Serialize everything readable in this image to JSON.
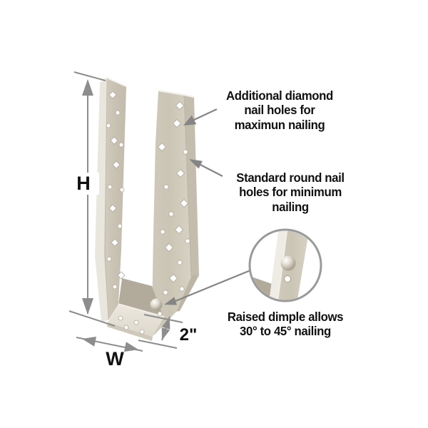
{
  "diagram": {
    "subject": "joist-hanger-installation-diagram",
    "dimensions": {
      "height_label": "H",
      "width_label": "W",
      "depth_label": "2\""
    },
    "annotations": {
      "diamond_holes": {
        "lines": [
          "Additional diamond",
          "nail holes for",
          "maximun nailing"
        ]
      },
      "round_holes": {
        "lines": [
          "Standard round nail",
          "holes for minimum",
          "nailing"
        ]
      },
      "dimple": {
        "lines": [
          "Raised dimple allows",
          "30° to 45° nailing"
        ]
      }
    },
    "colors": {
      "background": "#ffffff",
      "metal_face": "#cbc4b6",
      "metal_bright": "#eae7df",
      "metal_shadow": "#b2aa9b",
      "line_gray": "#8d8d8d",
      "text_black": "#111111",
      "callout_stroke": "#9a9a9a"
    }
  }
}
